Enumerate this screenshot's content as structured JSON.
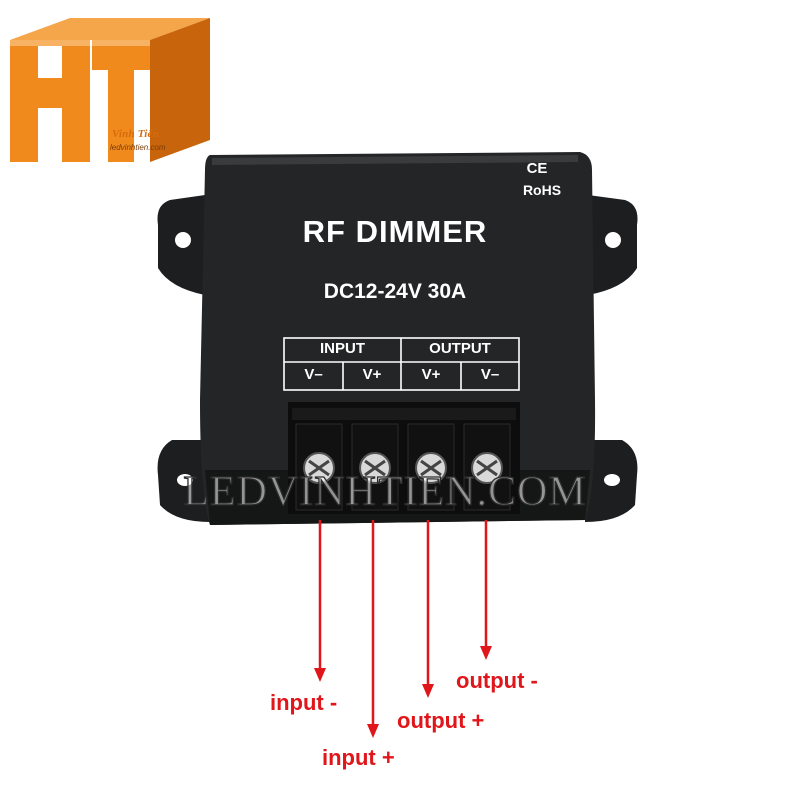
{
  "logo": {
    "letters": "HT",
    "brand": "Vinh Tiến",
    "site": "ledvinhtien.com",
    "colors": {
      "orange": "#f08a1c",
      "dark_orange": "#c8650c"
    }
  },
  "device": {
    "title": "RF DIMMER",
    "rating": "DC12-24V 30A",
    "ce_mark": "CE",
    "rohs_mark": "RoHS",
    "terminal_groups": [
      "INPUT",
      "OUTPUT"
    ],
    "terminal_pins": [
      "V–",
      "V+",
      "V+",
      "V–"
    ],
    "colors": {
      "body": "#222324",
      "panel": "#1a1b1c",
      "text": "#ffffff"
    }
  },
  "watermark": "LEDVINHTIEN.COM",
  "wire_labels": {
    "input_minus": "input -",
    "input_plus": "input +",
    "output_plus": "output +",
    "output_minus": "output -"
  },
  "colors": {
    "wire": "#e0161b",
    "background": "#ffffff"
  }
}
